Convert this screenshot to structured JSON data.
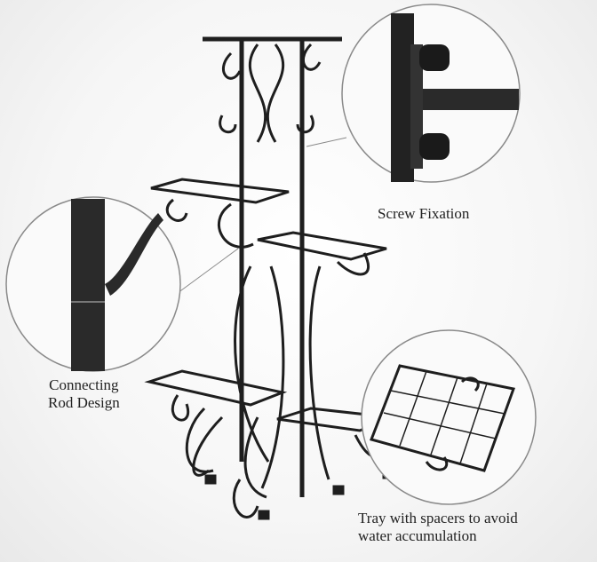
{
  "captions": {
    "screw": "Screw Fixation",
    "rod_line1": "Connecting",
    "rod_line2": "Rod Design",
    "tray_line1": "Tray with spacers to avoid",
    "tray_line2": "water accumulation"
  },
  "colors": {
    "metal": "#1e1e1e",
    "circle_border": "#8a8a8a"
  }
}
